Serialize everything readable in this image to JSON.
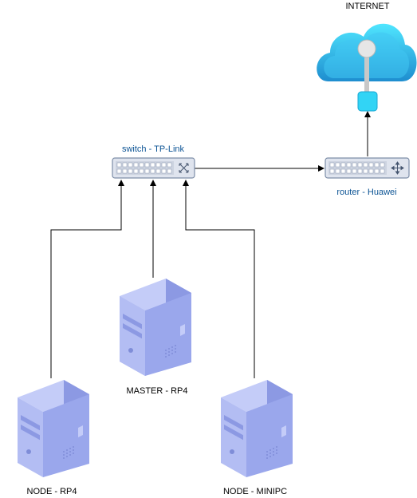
{
  "diagram": {
    "internet": {
      "label": "INTERNET",
      "icon": "cloud-icon"
    },
    "router": {
      "label": "router - Huawei",
      "icon": "router-icon"
    },
    "switch": {
      "label": "switch - TP-Link",
      "icon": "switch-icon"
    },
    "master": {
      "label": "MASTER - RP4",
      "icon": "server-tower-icon"
    },
    "node_rp4": {
      "label": "NODE - RP4",
      "icon": "server-tower-icon"
    },
    "node_minipc": {
      "label": "NODE - MINIPC",
      "icon": "server-tower-icon"
    }
  },
  "colors": {
    "cloud_light": "#50e6ff",
    "cloud_dark": "#1e8dcf",
    "cloud_accent": "#3cc8f0",
    "device_body": "#dfe4ee",
    "device_border": "#7d8ea8",
    "port_fill": "#ffffff",
    "server_light": "#c4ccf8",
    "server_mid": "#a7b3f0",
    "server_dark": "#8c99e3",
    "edge": "#000000",
    "blue_label": "#0b5394"
  }
}
